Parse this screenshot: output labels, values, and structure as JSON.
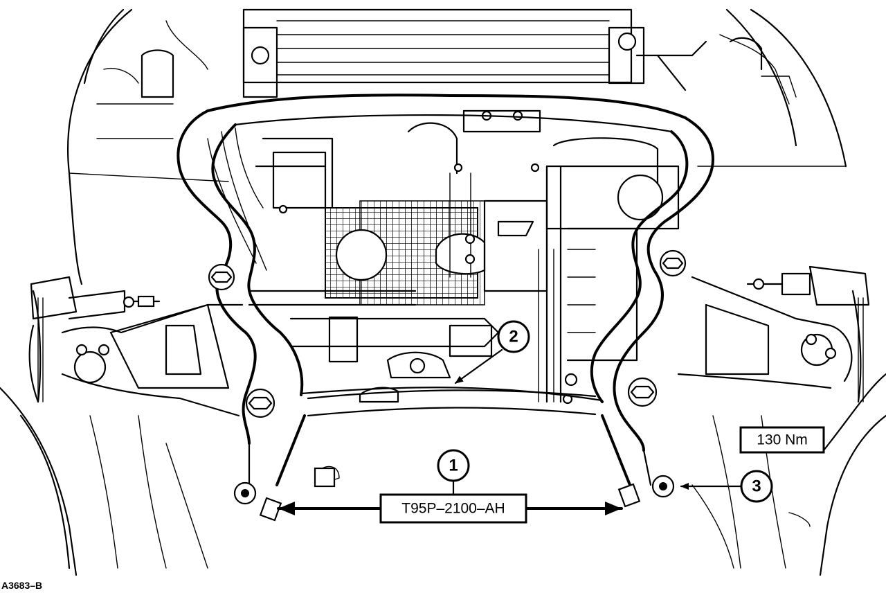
{
  "figure_id": "A3683–B",
  "callouts": [
    {
      "id": "callout-1",
      "number": "1"
    },
    {
      "id": "callout-2",
      "number": "2"
    },
    {
      "id": "callout-3",
      "number": "3"
    }
  ],
  "tool_label": "T95P–2100–AH",
  "torque_label": "130 Nm",
  "colors": {
    "line": "#000000",
    "background": "#ffffff"
  }
}
